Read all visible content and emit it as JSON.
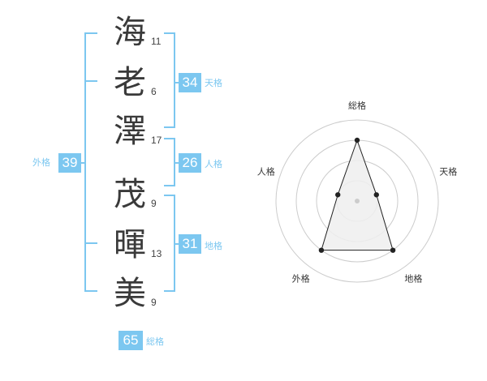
{
  "name": {
    "characters": [
      {
        "char": "海",
        "strokes": "11"
      },
      {
        "char": "老",
        "strokes": "6"
      },
      {
        "char": "澤",
        "strokes": "17"
      },
      {
        "char": "茂",
        "strokes": "9"
      },
      {
        "char": "暉",
        "strokes": "13"
      },
      {
        "char": "美",
        "strokes": "9"
      }
    ]
  },
  "scores": {
    "tenkaku": {
      "label": "天格",
      "value": "34"
    },
    "jinkaku": {
      "label": "人格",
      "value": "26"
    },
    "chikaku": {
      "label": "地格",
      "value": "31"
    },
    "gaikaku": {
      "label": "外格",
      "value": "39"
    },
    "soukaku": {
      "label": "総格",
      "value": "65"
    }
  },
  "radar": {
    "axes": [
      "総格",
      "天格",
      "地格",
      "外格",
      "人格"
    ],
    "levels": [
      3,
      1,
      3,
      3,
      1
    ],
    "max_level": 4
  },
  "colors": {
    "accent": "#7cc7f0",
    "text": "#3a3a3a",
    "radar_fill": "#efefef",
    "radar_grid": "#cccccc"
  }
}
